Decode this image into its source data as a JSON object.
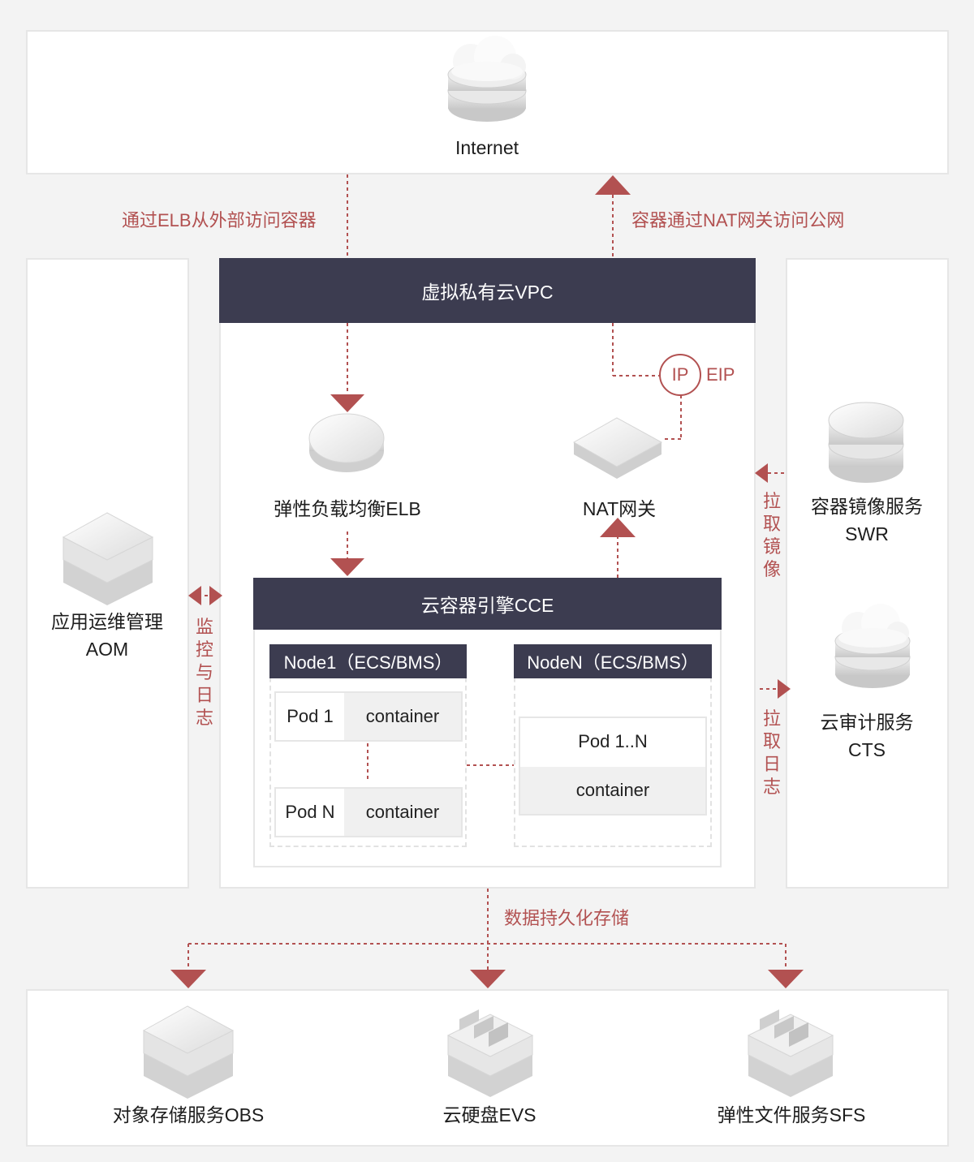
{
  "internet": {
    "label": "Internet"
  },
  "flows": {
    "elb_inbound": "通过ELB从外部访问容器",
    "nat_outbound": "容器通过NAT网关访问公网",
    "monitor_log": "监控与日志",
    "pull_image": "拉取镜像",
    "pull_log": "拉取日志",
    "persist": "数据持久化存储"
  },
  "vpc": {
    "title": "虚拟私有云VPC"
  },
  "eip": {
    "badge": "IP",
    "label": "EIP"
  },
  "elb": {
    "label": "弹性负载均衡ELB"
  },
  "nat": {
    "label": "NAT网关"
  },
  "cce": {
    "title": "云容器引擎CCE"
  },
  "node1": {
    "title": "Node1（ECS/BMS）",
    "pods": [
      {
        "pod": "Pod 1",
        "container": "container"
      },
      {
        "pod": "Pod N",
        "container": "container"
      }
    ]
  },
  "noden": {
    "title": "NodeN（ECS/BMS）",
    "pod": "Pod 1..N",
    "container": "container"
  },
  "aom": {
    "name": "应用运维管理",
    "abbr": "AOM"
  },
  "swr": {
    "name": "容器镜像服务",
    "abbr": "SWR"
  },
  "cts": {
    "name": "云审计服务",
    "abbr": "CTS"
  },
  "storage": {
    "obs": "对象存储服务OBS",
    "evs": "云硬盘EVS",
    "sfs": "弹性文件服务SFS"
  },
  "colors": {
    "accent": "#b25151",
    "bar": "#3c3c50",
    "panel_border": "#e6e6e6"
  },
  "icons": [
    "cloud-server-icon",
    "elb-disc-icon",
    "nat-gateway-icon",
    "aom-cube-icon",
    "swr-database-icon",
    "cts-cloud-icon",
    "obs-cube-icon",
    "evs-disk-icon",
    "sfs-file-icon"
  ]
}
